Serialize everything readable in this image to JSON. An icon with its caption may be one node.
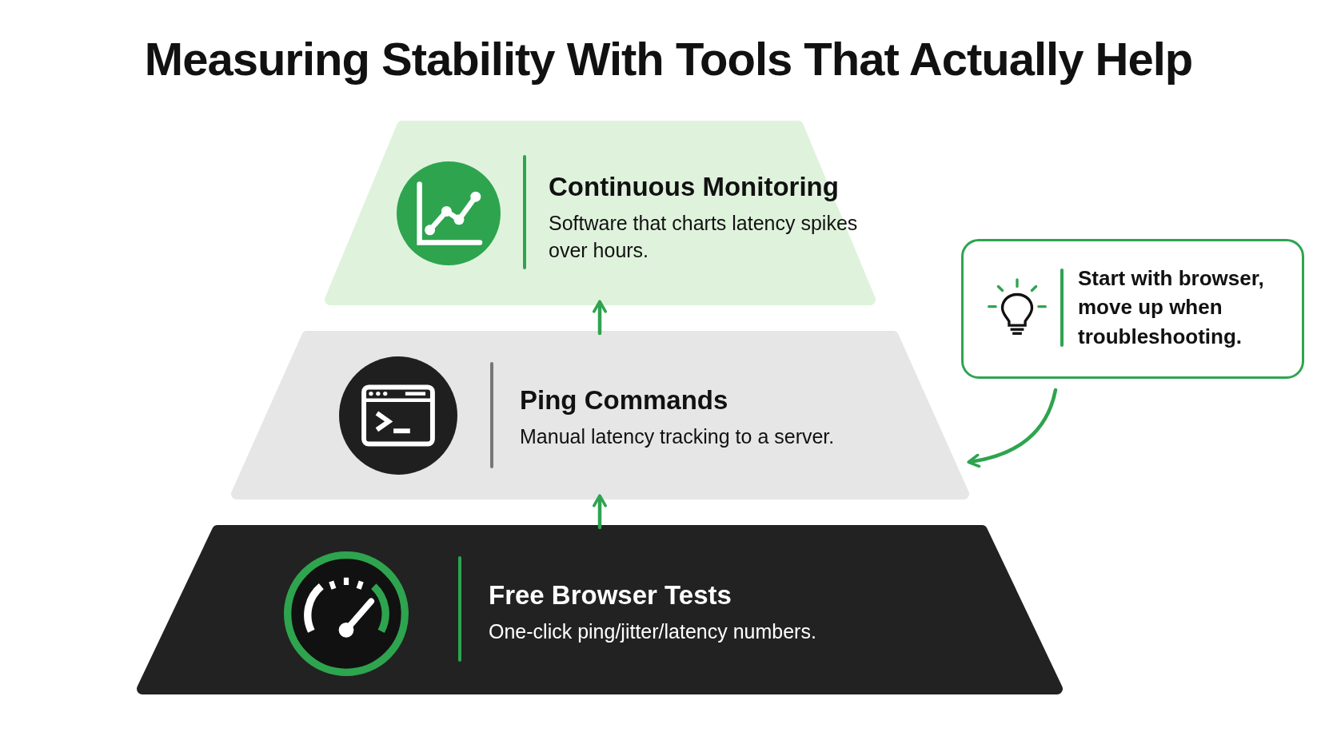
{
  "diagram": {
    "title": "Measuring Stability With Tools That Actually Help",
    "nodes": [
      {
        "text": [
          "Continuous Monitoring",
          "Software that charts latency spikes over hours."
        ]
      },
      {
        "text": [
          "Ping Commands",
          "Manual latency tracking to a server."
        ]
      },
      {
        "text": [
          "Free Browser Tests",
          "One-click ping/jitter/latency numbers."
        ]
      },
      {
        "text": [
          "Start with browser, move up when troubleshooting."
        ]
      }
    ],
    "edges": [
      {
        "from": 2,
        "to": 1,
        "arrow": "to"
      },
      {
        "from": 1,
        "to": 0,
        "arrow": "to"
      },
      {
        "from": 3,
        "to": 1,
        "arrow": "to"
      }
    ]
  }
}
